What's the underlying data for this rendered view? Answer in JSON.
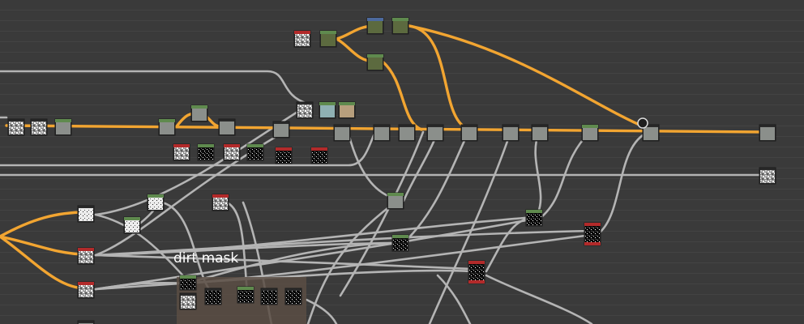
{
  "graph": {
    "frame_label": "dirt mask",
    "colors": {
      "background": "#3b3b3b",
      "orange_wire": "#f2a531",
      "gray_wire": "#b4b4b4",
      "frame_bg": "#5b4e44",
      "header_green": "#5f8a4e",
      "header_red": "#b22a2a",
      "header_blue": "#4d6a9e"
    },
    "nodes": [
      {
        "id": "n1",
        "header": "red",
        "thumb": "noise"
      },
      {
        "id": "n2",
        "header": "green",
        "thumb": "olive"
      },
      {
        "id": "n3",
        "header": "blue",
        "thumb": "olive"
      },
      {
        "id": "n4",
        "header": "green",
        "thumb": "olive"
      },
      {
        "id": "n5",
        "header": "green",
        "thumb": "olive"
      },
      {
        "id": "n6",
        "header": "none",
        "thumb": "noise"
      },
      {
        "id": "n7",
        "header": "none",
        "thumb": "noise"
      },
      {
        "id": "n8",
        "header": "green",
        "thumb": "gray"
      },
      {
        "id": "n9",
        "header": "green",
        "thumb": "gray"
      },
      {
        "id": "n10",
        "header": "green",
        "thumb": "gray"
      },
      {
        "id": "n11",
        "header": "none",
        "thumb": "gray"
      },
      {
        "id": "n12",
        "header": "none",
        "thumb": "noise"
      },
      {
        "id": "n13",
        "header": "green",
        "thumb": "teal"
      },
      {
        "id": "n14",
        "header": "green",
        "thumb": "tan"
      },
      {
        "id": "n15",
        "header": "none",
        "thumb": "gray"
      },
      {
        "id": "n16",
        "header": "none",
        "thumb": "gray"
      },
      {
        "id": "n17",
        "header": "red",
        "thumb": "noise"
      },
      {
        "id": "n18",
        "header": "green",
        "thumb": "black"
      },
      {
        "id": "n19",
        "header": "red",
        "thumb": "noise"
      },
      {
        "id": "n20",
        "header": "green",
        "thumb": "black"
      },
      {
        "id": "n21",
        "header": "red",
        "thumb": "black"
      },
      {
        "id": "n22",
        "header": "red",
        "thumb": "black"
      },
      {
        "id": "n23",
        "header": "none",
        "thumb": "gray"
      },
      {
        "id": "n24",
        "header": "none",
        "thumb": "gray"
      },
      {
        "id": "n25",
        "header": "none",
        "thumb": "gray"
      },
      {
        "id": "n26",
        "header": "none",
        "thumb": "gray"
      },
      {
        "id": "n27",
        "header": "none",
        "thumb": "gray"
      },
      {
        "id": "n28",
        "header": "none",
        "thumb": "gray"
      },
      {
        "id": "n29",
        "header": "green",
        "thumb": "gray"
      },
      {
        "id": "n30",
        "header": "output",
        "thumb": "gray"
      },
      {
        "id": "n31",
        "header": "none",
        "thumb": "gray"
      },
      {
        "id": "n32",
        "header": "none",
        "thumb": "noise"
      },
      {
        "id": "n33",
        "header": "none",
        "thumb": "white"
      },
      {
        "id": "n34",
        "header": "green",
        "thumb": "white"
      },
      {
        "id": "n35",
        "header": "green",
        "thumb": "white"
      },
      {
        "id": "n36",
        "header": "red",
        "thumb": "noise"
      },
      {
        "id": "n37",
        "header": "red",
        "thumb": "noise"
      },
      {
        "id": "n38",
        "header": "red",
        "thumb": "noise"
      },
      {
        "id": "n39",
        "header": "green",
        "thumb": "gray"
      },
      {
        "id": "n40",
        "header": "green",
        "thumb": "black"
      },
      {
        "id": "n41",
        "header": "green",
        "thumb": "black"
      },
      {
        "id": "n42",
        "header": "red",
        "thumb": "black"
      },
      {
        "id": "n43",
        "header": "red",
        "thumb": "black"
      },
      {
        "id": "n44",
        "header": "green",
        "thumb": "black"
      },
      {
        "id": "n45",
        "header": "none",
        "thumb": "black"
      },
      {
        "id": "n46",
        "header": "green",
        "thumb": "black"
      },
      {
        "id": "n47",
        "header": "none",
        "thumb": "black"
      },
      {
        "id": "n48",
        "header": "none",
        "thumb": "black"
      },
      {
        "id": "n49",
        "header": "none",
        "thumb": "noise"
      },
      {
        "id": "n50",
        "header": "none",
        "thumb": "gray"
      }
    ]
  }
}
